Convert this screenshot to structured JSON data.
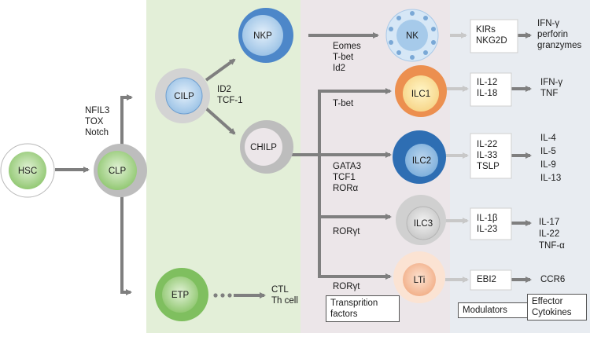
{
  "nodes": {
    "hsc": "HSC",
    "clp": "CLP",
    "cilp": "CILP",
    "nkp": "NKP",
    "chilp": "CHILP",
    "etp": "ETP",
    "nk": "NK",
    "ilc1": "ILC1",
    "ilc2": "ILC2",
    "ilc3": "ILC3",
    "lti": "LTi"
  },
  "factors": {
    "clp": [
      "NFIL3",
      "TOX",
      "Notch"
    ],
    "cilp": [
      "ID2",
      "TCF-1"
    ],
    "nk": [
      "Eomes",
      "T-bet",
      "Id2"
    ],
    "ilc1": [
      "T-bet"
    ],
    "ilc2": [
      "GATA3",
      "TCF1",
      "RORα"
    ],
    "ilc3": [
      "RORγt"
    ],
    "lti": [
      "RORγt"
    ]
  },
  "etp_outputs": [
    "CTL",
    "Th cell"
  ],
  "modulators": {
    "nk": [
      "KIRs",
      "NKG2D"
    ],
    "ilc1": [
      "IL-12",
      "IL-18"
    ],
    "ilc2": [
      "IL-22",
      "IL-33",
      "TSLP"
    ],
    "ilc3": [
      "IL-1β",
      "IL-23"
    ],
    "lti": [
      "EBI2"
    ]
  },
  "cytokines": {
    "nk": [
      "IFN-γ",
      "perforin",
      "granzymes"
    ],
    "ilc1": [
      "IFN-γ",
      "TNF"
    ],
    "ilc2": [
      "IL-4",
      "IL-5",
      "IL-9",
      "IL-13"
    ],
    "ilc3": [
      "IL-17",
      "IL-22",
      "TNF-α"
    ],
    "lti": [
      "CCR6"
    ]
  },
  "column_labels": {
    "transcription": [
      "Transprition",
      "factors"
    ],
    "modulators": "Modulators",
    "effector": [
      "Effector",
      "Cytokines"
    ]
  },
  "colors": {
    "panel_progenitor": "#e3efd8",
    "panel_transcription": "#ece6e9",
    "panel_modulator": "#e8ecf1",
    "arrow": "#7f7f7f",
    "arrow_light": "#c8c8c8",
    "ilc1": "#f2c070",
    "ilc2": "#2e75b6",
    "ilc3": "#bfbfbf",
    "lti": "#f4b183",
    "green": "#8fc36d",
    "blue": "#9dc3e6"
  }
}
